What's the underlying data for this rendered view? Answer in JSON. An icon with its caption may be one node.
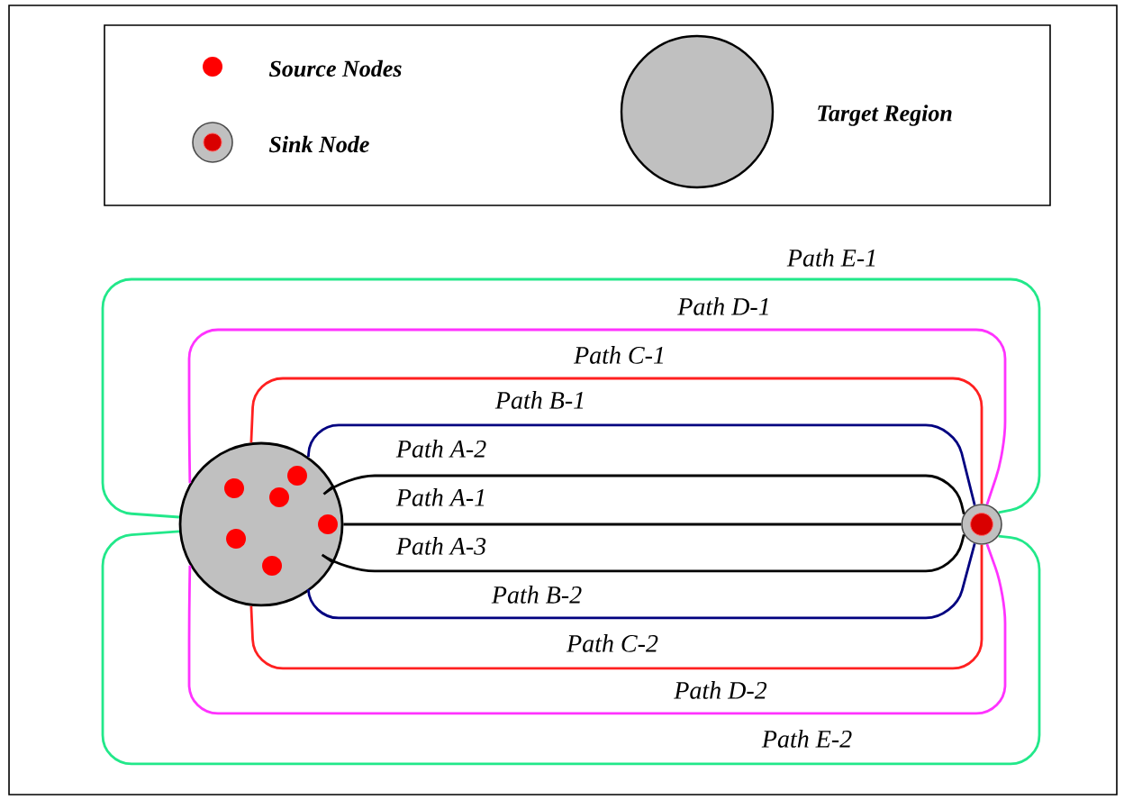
{
  "diagram": {
    "nodes": [
      {
        "text": [],
        "shape": "circle"
      },
      {
        "text": [],
        "shape": "circle"
      },
      {
        "text": [],
        "shape": "circle",
        "in": 0
      },
      {
        "text": [],
        "shape": "circle",
        "in": 0
      },
      {
        "text": [],
        "shape": "circle",
        "in": 0
      },
      {
        "text": [],
        "shape": "circle",
        "in": 0
      },
      {
        "text": [],
        "shape": "circle",
        "in": 0
      },
      {
        "text": [],
        "shape": "circle",
        "in": 0
      }
    ],
    "edges": [
      {
        "from": 0,
        "to": 1,
        "arrow": "none",
        "label": "Path E-1",
        "color": "#22e88a"
      },
      {
        "from": 0,
        "to": 1,
        "arrow": "none",
        "label": "Path D-1",
        "color": "#ff33ff"
      },
      {
        "from": 0,
        "to": 1,
        "arrow": "none",
        "label": "Path C-1",
        "color": "#ff2020"
      },
      {
        "from": 0,
        "to": 1,
        "arrow": "none",
        "label": "Path B-1",
        "color": "#000080"
      },
      {
        "from": 0,
        "to": 1,
        "arrow": "none",
        "label": "Path A-2"
      },
      {
        "from": 0,
        "to": 1,
        "arrow": "none",
        "label": "Path A-1"
      },
      {
        "from": 0,
        "to": 1,
        "arrow": "none",
        "label": "Path A-3"
      },
      {
        "from": 0,
        "to": 1,
        "arrow": "none",
        "label": "Path B-2",
        "color": "#000080"
      },
      {
        "from": 0,
        "to": 1,
        "arrow": "none",
        "label": "Path C-2",
        "color": "#ff2020"
      },
      {
        "from": 0,
        "to": 1,
        "arrow": "none",
        "label": "Path D-2",
        "color": "#ff33ff"
      },
      {
        "from": 0,
        "to": 1,
        "arrow": "none",
        "label": "Path E-2",
        "color": "#22e88a"
      }
    ],
    "legend": [
      {
        "text": "Source Nodes"
      },
      {
        "text": "Sink Node"
      },
      {
        "text": "Target Region"
      }
    ]
  }
}
